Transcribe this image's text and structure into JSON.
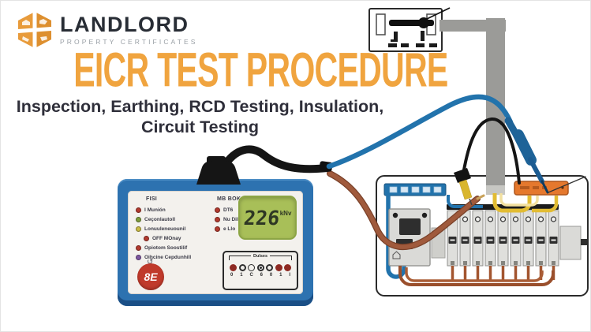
{
  "logo": {
    "name": "LANDLORD",
    "tagline": "PROPERTY CERTIFICATES"
  },
  "headline": "EICR TEST PROCEDURE",
  "subtitle": {
    "line1": "Inspection, Earthing, RCD Testing, Insulation,",
    "line2": "Circuit Testing"
  },
  "tester": {
    "left_header": "FISI",
    "right_header": "MB BOK",
    "left_leds": [
      {
        "color": "red",
        "label": "I Munión"
      },
      {
        "color": "green",
        "label": "Ceçonlautoll"
      },
      {
        "color": "yellow",
        "label": "Lonuuleneuounil"
      },
      {
        "color": "red",
        "label": "OFF MOnay"
      },
      {
        "color": "red",
        "label": "Opiotom Soostilif"
      },
      {
        "color": "purple",
        "label": "Oihcine Cepdunhill"
      }
    ],
    "right_leds": [
      {
        "color": "red",
        "label": "DT6"
      },
      {
        "color": "red",
        "label": "Nu Dil"
      },
      {
        "color": "red",
        "label": "e Llo"
      }
    ],
    "lcd": {
      "value": "226",
      "unit": "kNv"
    },
    "brand_badge": "8E",
    "selector_panel": {
      "label": "Dulses",
      "digits": [
        "0",
        "1",
        "C",
        "6",
        "0",
        "1",
        "I"
      ]
    }
  },
  "icons": {
    "reset": "↺"
  },
  "colors": {
    "headline_orange": "#F0A43F",
    "logo_orange": "#E89B3B",
    "tester_blue": "#2D72B0",
    "tester_blue_dark": "#1A4F86",
    "lcd_green": "#A8BF58",
    "badge_red": "#C03A2B",
    "wire_blue": "#2273AC",
    "wire_brown": "#A05A3C",
    "wire_yellow": "#E2BC33",
    "terminal_orange": "#E5782D",
    "conduit_grey": "#9B9B98"
  }
}
